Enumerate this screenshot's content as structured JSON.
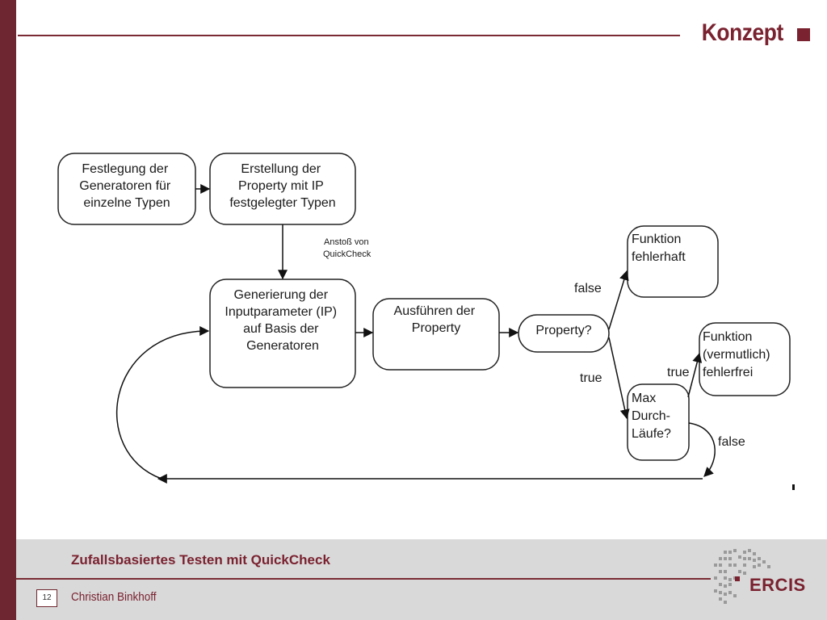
{
  "slide": {
    "title": "Konzept",
    "page_number": "12",
    "footer_title": "Zufallsbasiertes Testen mit QuickCheck",
    "author": "Christian Binkhoff",
    "logo_text": "ERCIS"
  },
  "diagram": {
    "nodes": {
      "generators": [
        "Festlegung der",
        "Generatoren für",
        "einzelne Typen"
      ],
      "property_def": [
        "Erstellung der",
        "Property mit IP",
        "festgelegter Typen"
      ],
      "generate": [
        "Generierung der",
        "Inputparameter (IP)",
        "auf Basis der",
        "Generatoren"
      ],
      "execute": [
        "Ausführen der",
        "Property"
      ],
      "decision": [
        "Property?"
      ],
      "fail": [
        "Funktion",
        "fehlerhaft"
      ],
      "ok": [
        "Funktion",
        "(vermutlich)",
        "fehlerfrei"
      ],
      "max_runs": [
        "Max",
        "Durch-",
        "Läufe?"
      ]
    },
    "annotations": {
      "quickcheck": [
        "Anstoß von",
        "QuickCheck"
      ]
    },
    "edge_labels": {
      "false_top": "false",
      "true_bottom": "true",
      "true_right": "true",
      "false_loop": "false"
    }
  },
  "colors": {
    "accent": "#7a2230",
    "left_bar": "#6e2630",
    "footer_bg": "#d9d9d9"
  }
}
